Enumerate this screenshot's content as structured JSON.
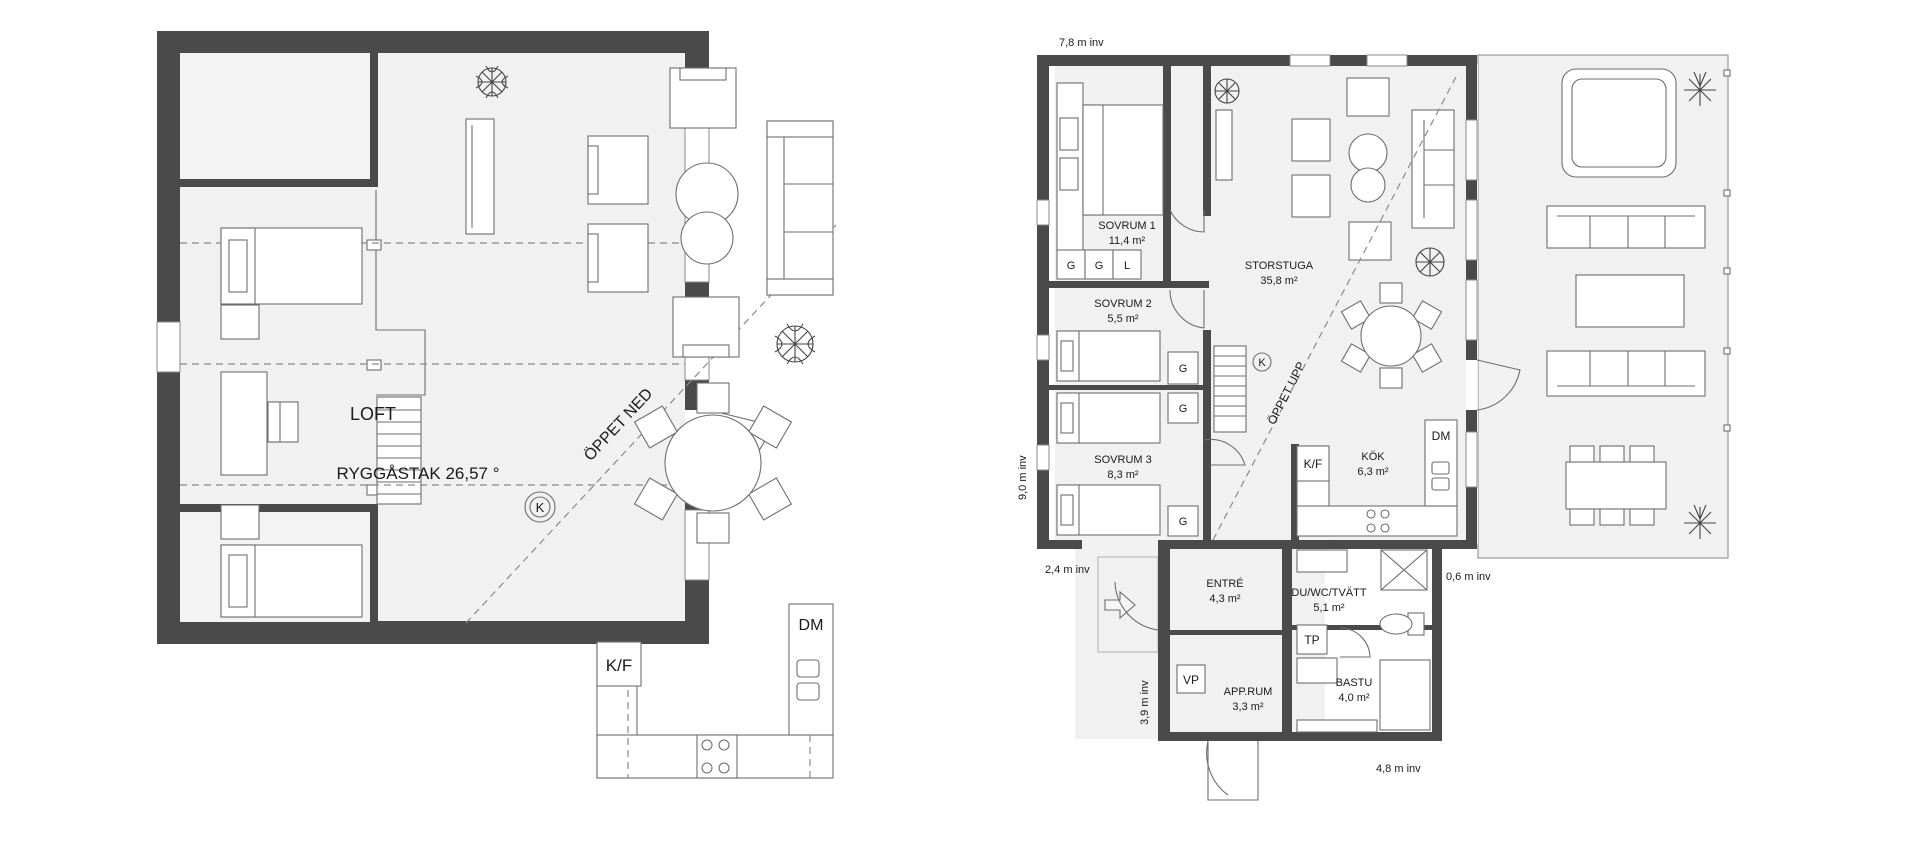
{
  "loft": {
    "name": "LOFT",
    "roof": "RYGGÅSTAK 26,57 °",
    "open_below": "ÖPPET NED",
    "k": "K",
    "kf": "K/F",
    "dm": "DM"
  },
  "ground": {
    "rooms": {
      "sovrum1_name": "SOVRUM 1",
      "sovrum1_area": "11,4 m²",
      "sovrum2_name": "SOVRUM 2",
      "sovrum2_area": "5,5 m²",
      "sovrum3_name": "SOVRUM 3",
      "sovrum3_area": "8,3 m²",
      "storstuga_name": "STORSTUGA",
      "storstuga_area": "35,8 m²",
      "kok_name": "KÖK",
      "kok_area": "6,3 m²",
      "entre_name": "ENTRÉ",
      "entre_area": "4,3 m²",
      "du_name": "DU/WC/TVÄTT",
      "du_area": "5,1 m²",
      "bastu_name": "BASTU",
      "bastu_area": "4,0 m²",
      "app_name": "APP.RUM",
      "app_area": "3,3 m²"
    },
    "open_above": "ÖPPET UPP",
    "k": "K",
    "kf": "K/F",
    "dm": "DM",
    "tp": "TP",
    "vp": "VP",
    "g": "G",
    "l": "L",
    "dims": {
      "top": "7,8 m inv",
      "left": "9,0 m inv",
      "step": "2,4 m inv",
      "right": "0,6 m inv",
      "app": "3,9 m inv",
      "bottom": "4,8 m inv"
    }
  },
  "icons": [
    "plant-icon",
    "stove-icon",
    "sink-icon",
    "door-arrow-icon",
    "shower-icon",
    "toilet-icon"
  ]
}
